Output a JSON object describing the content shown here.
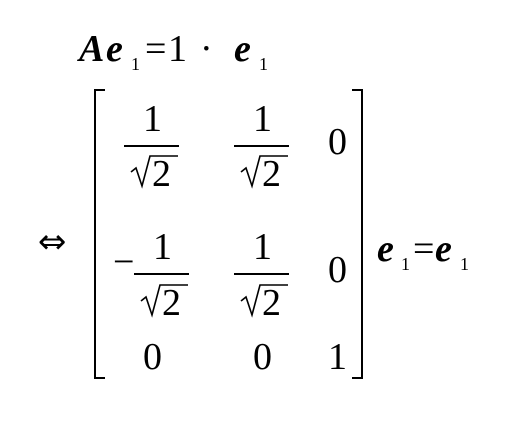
{
  "equation1": {
    "lhs_matrix": "A",
    "lhs_vector": "e",
    "subscript": "1",
    "equals": "=",
    "scalar": "1",
    "dot": "·",
    "rhs_vector": "e",
    "rhs_subscript": "1"
  },
  "equation2": {
    "equiv": "⇔",
    "matrix": {
      "row1": {
        "c1_num": "1",
        "c1_rad": "2",
        "c2_num": "1",
        "c2_rad": "2",
        "c3": "0"
      },
      "row2": {
        "c1_sign": "−",
        "c1_num": "1",
        "c1_rad": "2",
        "c2_num": "1",
        "c2_rad": "2",
        "c3": "0"
      },
      "row3": {
        "c1": "0",
        "c2": "0",
        "c3": "1"
      }
    },
    "vector": "e",
    "subscript": "1",
    "equals": "=",
    "rhs_vector": "e",
    "rhs_subscript": "1"
  }
}
